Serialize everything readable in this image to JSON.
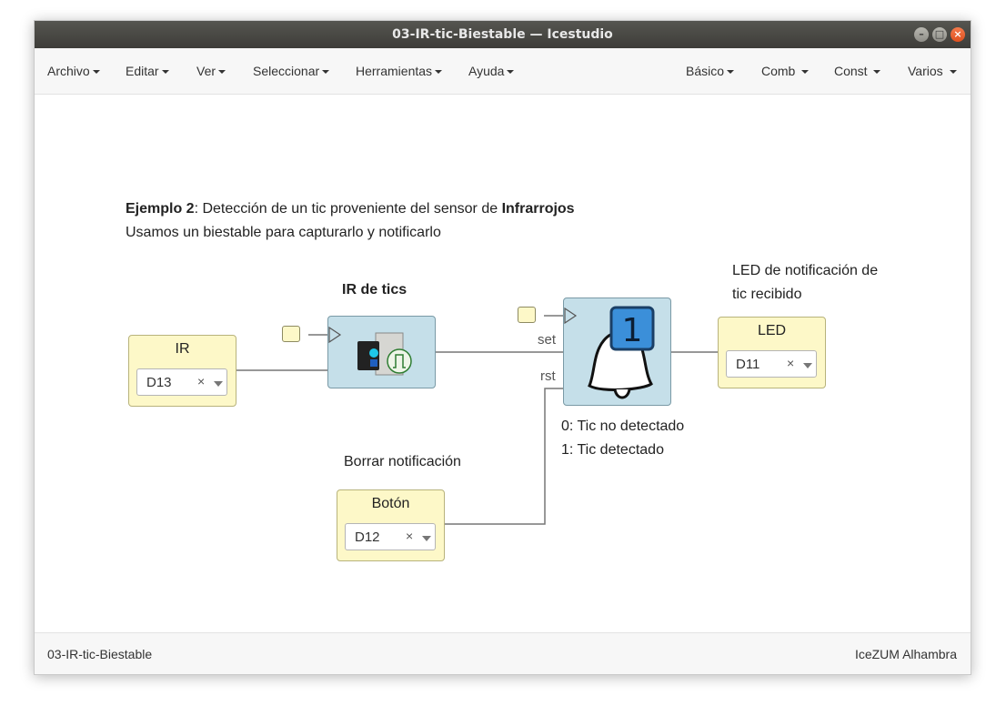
{
  "window": {
    "title": "03-IR-tic-Biestable — Icestudio"
  },
  "menu_left": [
    "Archivo",
    "Editar",
    "Ver",
    "Seleccionar",
    "Herramientas",
    "Ayuda"
  ],
  "menu_right": [
    "Básico",
    "Comb",
    "Const",
    "Varios"
  ],
  "canvas": {
    "comment_line1_bold": "Ejemplo 2",
    "comment_line1_mid": ": Detección de un tic proveniente del sensor de ",
    "comment_line1_bold2": "Infrarrojos",
    "comment_line2": "Usamos un biestable para capturarlo y notificarlo",
    "ir_block_title": "IR de tics",
    "led_note_line1": "LED de notificación de",
    "led_note_line2": "tic recibido",
    "reset_note": "Borrar notificación",
    "state_note_line1": "0: Tic no detectado",
    "state_note_line2": "1: Tic detectado",
    "bistable_digit": "1",
    "port_set": "set",
    "port_rst": "rst"
  },
  "blocks": {
    "ir": {
      "label": "IR",
      "value": "D13",
      "clear": "×"
    },
    "led": {
      "label": "LED",
      "value": "D11",
      "clear": "×"
    },
    "button": {
      "label": "Botón",
      "value": "D12",
      "clear": "×"
    }
  },
  "status": {
    "left": "03-IR-tic-Biestable",
    "right": "IceZUM Alhambra"
  },
  "colors": {
    "pin_block_bg": "#fdf8c8",
    "code_block_bg": "#c5dfe9",
    "badge_blue": "#3b8fd9",
    "close_button": "#e0501e",
    "titlebar": "#3e3d39"
  }
}
